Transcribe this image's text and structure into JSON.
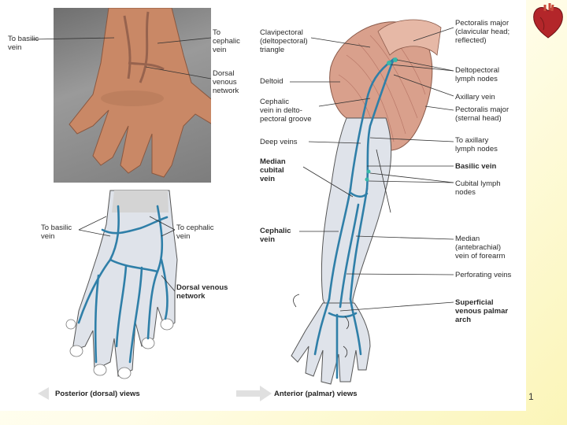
{
  "labels": {
    "photo_to_basilic": "To basilic\nvein",
    "photo_to_cephalic": "To\ncephalic\nvein",
    "photo_dorsal_network": "Dorsal\nvenous\nnetwork",
    "dorsal_to_basilic": "To basilic\nvein",
    "dorsal_to_cephalic": "To cephalic\nvein",
    "dorsal_network": "Dorsal venous\nnetwork",
    "clavipectoral": "Clavipectoral\n(deltopectoral)\ntriangle",
    "deltoid": "Deltoid",
    "cephalic_groove": "Cephalic\nvein in delto-\npectoral groove",
    "deep_veins": "Deep veins",
    "median_cubital": "Median\ncubital\nvein",
    "cephalic_vein": "Cephalic\nvein",
    "pec_major_clav": "Pectoralis major\n(clavicular head;\nreflected)",
    "deltopectoral_nodes": "Deltopectoral\nlymph nodes",
    "axillary_vein": "Axillary vein",
    "pec_major_sternal": "Pectoralis major\n(sternal head)",
    "to_axillary_nodes": "To axillary\nlymph nodes",
    "basilic_vein": "Basilic vein",
    "cubital_nodes": "Cubital lymph\nnodes",
    "median_antebrachial": "Median\n(antebrachial)\nvein of forearm",
    "perforating": "Perforating veins",
    "palmar_arch": "Superficial\nvenous palmar\narch"
  },
  "captions": {
    "posterior": "Posterior (dorsal) views",
    "anterior": "Anterior (palmar) views"
  },
  "page_number": "1",
  "colors": {
    "vein": "#2f7fa8",
    "skin": "#c98866",
    "muscle": "#d9a08c",
    "limb": "#dfe3ea"
  }
}
